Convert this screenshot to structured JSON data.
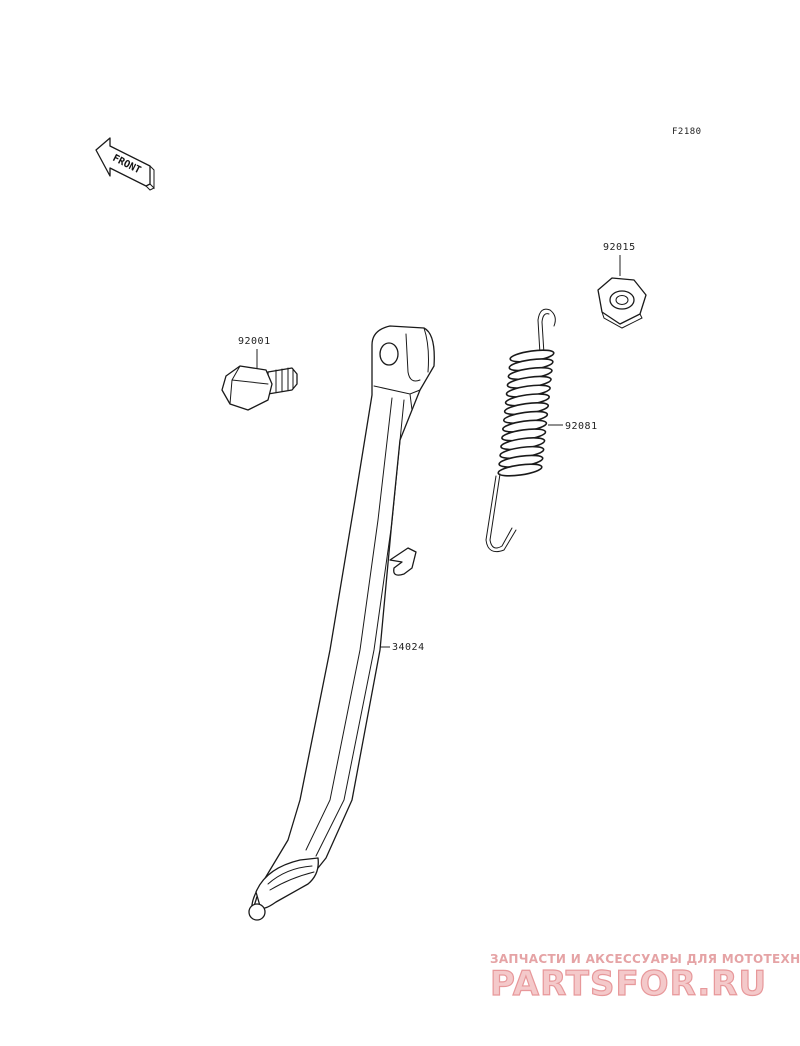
{
  "figure": {
    "code": "F2180",
    "front_label": "FRONT"
  },
  "parts": [
    {
      "number": "92001",
      "name": "bolt"
    },
    {
      "number": "92015",
      "name": "nut"
    },
    {
      "number": "92081",
      "name": "spring"
    },
    {
      "number": "34024",
      "name": "side-stand"
    }
  ],
  "watermark": {
    "tagline": "ЗАПЧАСТИ И АКСЕССУАРЫ ДЛЯ МОТОТЕХНИКИ",
    "logo": "PARTSFOR.RU"
  },
  "colors": {
    "line_art": "#1a1a1a",
    "background": "#ffffff",
    "watermark_fill": "#f3c4c5",
    "watermark_stroke": "#e58d90"
  }
}
